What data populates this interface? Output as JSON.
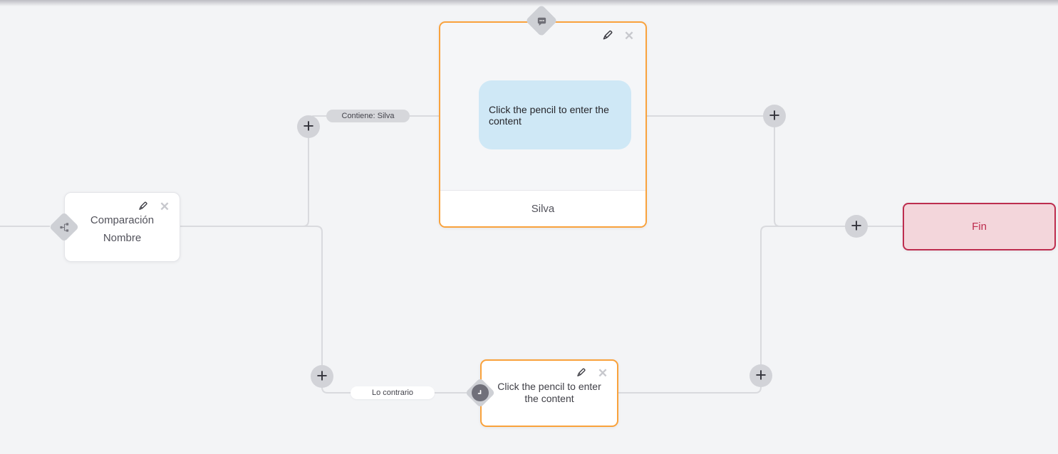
{
  "flow": {
    "condition_node": {
      "title": "Comparación",
      "subtitle": "Nombre"
    },
    "message_node": {
      "bubble_text": "Click the pencil to enter the content",
      "output_label": "Silva"
    },
    "delay_node": {
      "placeholder_text": "Click the pencil to enter the content"
    },
    "end_node": {
      "label": "Fin"
    },
    "edge_labels": {
      "contains": "Contiene: Silva",
      "otherwise": "Lo contrario"
    },
    "add_button_label": "+",
    "close_glyph": "✕",
    "colors": {
      "canvas_bg": "#f3f4f6",
      "wire": "#d9dade",
      "accent_orange": "#f9a23c",
      "bubble_bg": "#cfe8f6",
      "end_bg": "#f3d6db",
      "end_border": "#bd2d4e",
      "port_gray": "#ced0d5"
    }
  }
}
